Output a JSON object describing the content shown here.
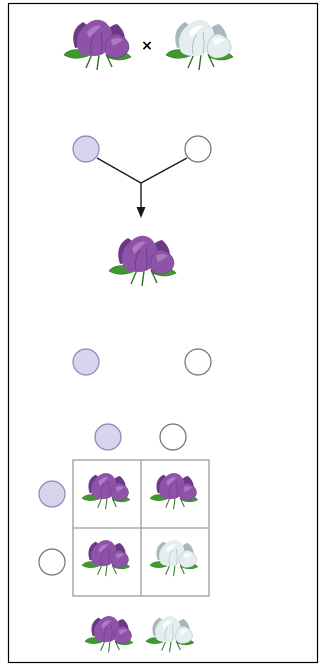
{
  "cross_symbol": "×",
  "colors": {
    "frame_border": "#000000",
    "purple_allele_fill": "#d8d4ee",
    "purple_allele_stroke": "#8a84b8",
    "white_allele_fill": "#ffffff",
    "white_allele_stroke": "#707070",
    "arrow": "#1a1a1a",
    "punnett_grid": "#9a9a9a",
    "purple_petal": "#8e53a8",
    "purple_petal_dark": "#6c3a85",
    "purple_petal_light": "#b184c6",
    "white_petal": "#e6edef",
    "white_petal_shade": "#a7b9bd",
    "white_petal_light": "#ffffff",
    "leaf": "#3f9a2e",
    "leaf_dark": "#2c7420"
  },
  "parents": {
    "left": "purple",
    "right": "white"
  },
  "gametes": {
    "left": "purple",
    "right": "white"
  },
  "f1": "purple",
  "f1_gametes": {
    "left": "purple",
    "right": "white"
  },
  "punnett": {
    "top_alleles": [
      "purple",
      "white"
    ],
    "side_alleles": [
      "purple",
      "white"
    ],
    "cells": [
      [
        "purple",
        "purple"
      ],
      [
        "purple",
        "white"
      ]
    ]
  },
  "f2_phenotypes": [
    "purple",
    "white"
  ]
}
